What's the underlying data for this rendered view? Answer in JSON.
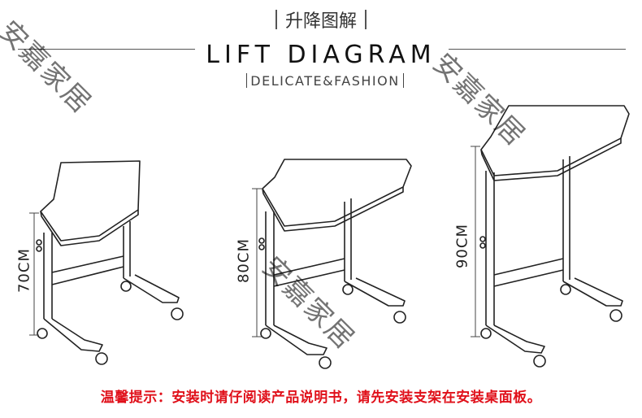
{
  "header": {
    "cn_title": "升降图解",
    "en_title": "LIFT DIAGRAM",
    "subtitle": "DELICATE&FASHION"
  },
  "heights": [
    "70CM",
    "80CM",
    "90CM"
  ],
  "watermark": "安嘉家居",
  "note": "温馨提示：安装时请仔阅读产品说明书，请先安装支架在安装桌面板。",
  "colors": {
    "note": "#e0101a",
    "line": "#222222"
  }
}
